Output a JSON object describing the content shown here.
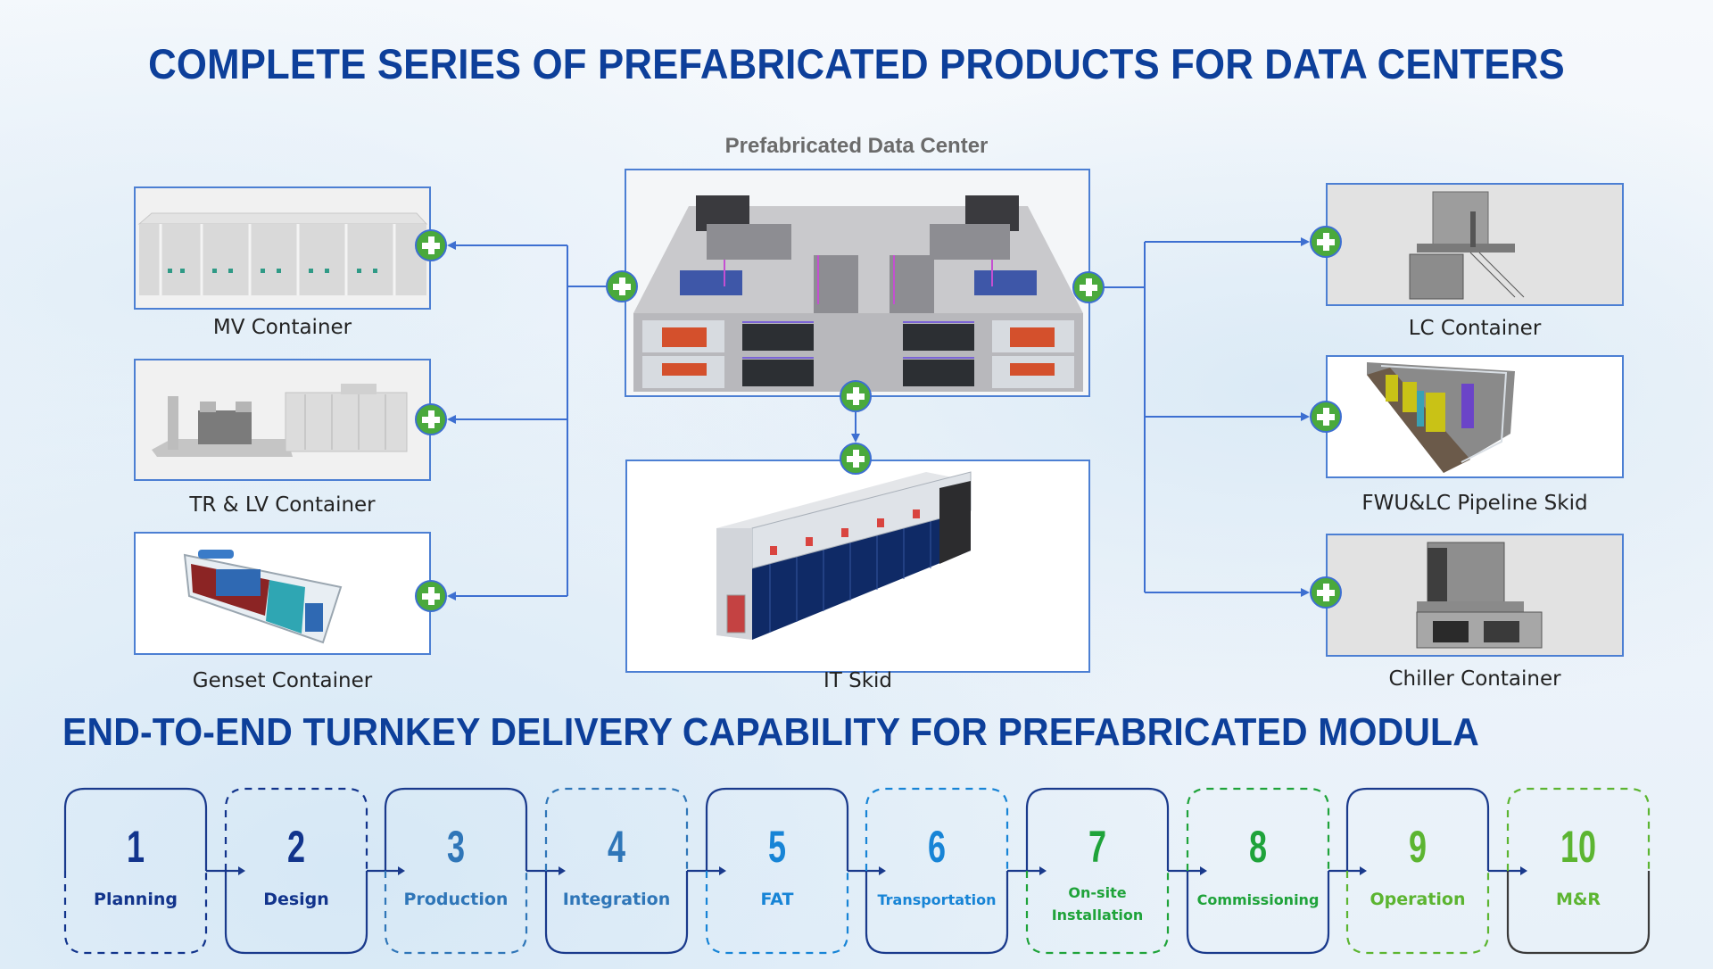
{
  "titles": {
    "main": "COMPLETE SERIES OF PREFABRICATED PRODUCTS FOR DATA CENTERS",
    "delivery": "END-TO-END TURNKEY DELIVERY CAPABILITY FOR PREFABRICATED MODULA"
  },
  "center": {
    "caption": "Prefabricated Data Center"
  },
  "products_left": [
    {
      "label": "MV Container",
      "icon": "plus-icon"
    },
    {
      "label": "TR & LV Container",
      "icon": "plus-icon"
    },
    {
      "label": "Genset Container",
      "icon": "plus-icon"
    }
  ],
  "products_bottom": [
    {
      "label": "IT Skid",
      "icon": "plus-icon"
    }
  ],
  "products_right": [
    {
      "label": "LC Container",
      "icon": "plus-icon"
    },
    {
      "label": "FWU&LC Pipeline Skid",
      "icon": "plus-icon"
    },
    {
      "label": "Chiller Container",
      "icon": "plus-icon"
    }
  ],
  "colors": {
    "heading": "#0d3f9a",
    "connector": "#3d6fd1",
    "plus_fill": "#4aa93c",
    "navy": "#1a3a8c"
  },
  "steps": [
    {
      "num": "1",
      "label": "Planning",
      "color": "#12348c"
    },
    {
      "num": "2",
      "label": "Design",
      "color": "#12348c"
    },
    {
      "num": "3",
      "label": "Production",
      "color": "#2f76b8"
    },
    {
      "num": "4",
      "label": "Integration",
      "color": "#2f76b8"
    },
    {
      "num": "5",
      "label": "FAT",
      "color": "#1784d6"
    },
    {
      "num": "6",
      "label": "Transportation",
      "color": "#1784d6"
    },
    {
      "num": "7",
      "label": "On-site Installation",
      "color": "#1fa33a"
    },
    {
      "num": "8",
      "label": "Commissioning",
      "color": "#1fa33a"
    },
    {
      "num": "9",
      "label": "Operation",
      "color": "#5cb531"
    },
    {
      "num": "10",
      "label": "M&R",
      "color": "#5cb531"
    }
  ]
}
